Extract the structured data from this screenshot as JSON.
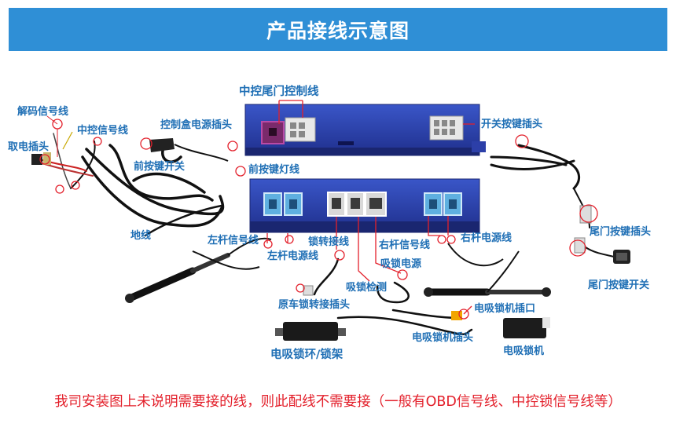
{
  "header": {
    "title": "产品接线示意图"
  },
  "labels": {
    "decode_signal": "解码信号线",
    "central_signal": "中控信号线",
    "power_plug": "取电插头",
    "control_box_power": "控制盒电源插头",
    "front_key_switch": "前按键开关",
    "front_key_light": "前按键灯线",
    "central_tailgate": "中控尾门控制线",
    "switch_key_plug": "开关按键插头",
    "ground": "地线",
    "left_signal": "左杆信号线",
    "left_power": "左杆电源线",
    "lock_adapter": "锁转接线",
    "right_signal": "右杆信号线",
    "right_power": "右杆电源线",
    "suction_power": "吸锁电源",
    "suction_detect": "吸锁检测",
    "tail_key_plug": "尾门按键插头",
    "tail_key_switch": "尾门按键开关",
    "orig_lock_plug": "原车锁转接插头",
    "lock_port": "电吸锁机插口",
    "lock_machine_plug": "电吸锁机插头",
    "lock_ring": "电吸锁环/锁架",
    "lock_machine": "电吸锁机"
  },
  "footer": {
    "note": "我司安装图上未说明需要接的线，则此配线不需要接（一般有OBD信号线、中控锁信号线等）"
  },
  "colors": {
    "header_bg": "#2f8fd6",
    "label_blue": "#1f6fb5",
    "box_blue": "#2c3fa8",
    "leader_red": "#e3202b",
    "footer_red": "#e3202b"
  }
}
